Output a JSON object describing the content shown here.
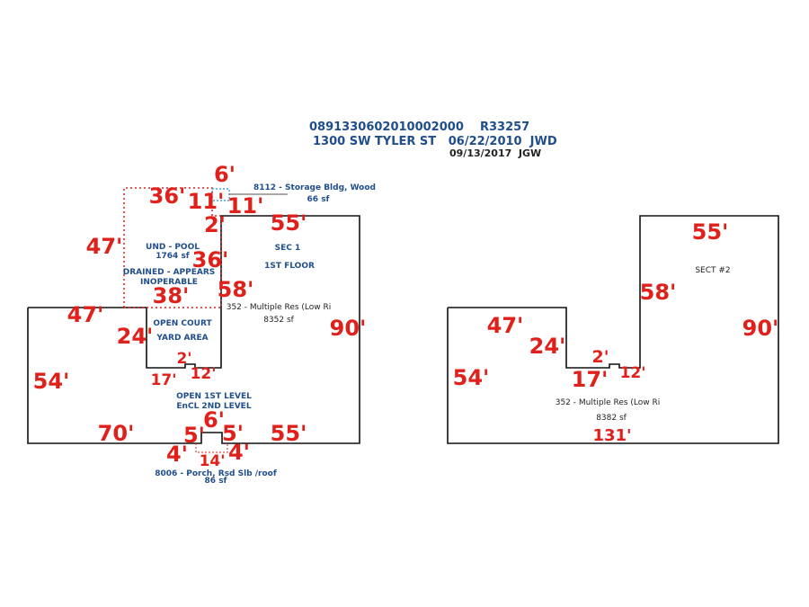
{
  "header": {
    "parcel_line": "089133060201000200​0    R33257",
    "address_line": "1300 SW TYLER ST   06/22/2010  JWD",
    "revision_line": "09/13/2017  JGW"
  },
  "section1": {
    "pool": {
      "label1": "UND - POOL",
      "label2": "1764 sf",
      "label3": "DRAINED - APPEARS",
      "label4": "INOPERABLE"
    },
    "storage": {
      "label1": "8112 - Storage Bldg, Wood",
      "label2": "66 sf"
    },
    "sec_label1": "SEC 1",
    "sec_label2": "1ST FLOOR",
    "res_label1": "352 - Multiple Res (Low Ri",
    "res_label2": "8352 sf",
    "court_label1": "OPEN COURT",
    "court_label2": "YARD AREA",
    "open_label1": "OPEN 1ST LEVEL",
    "open_label2": "EnCL 2ND LEVEL",
    "porch_label1": "8006 - Porch, Rsd Slb /roof",
    "porch_label2": "86 sf",
    "dims": {
      "d6a": "6'",
      "d36a": "36'",
      "d11a": "11'",
      "d11b": "11'",
      "d2a": "2'",
      "d55a": "55'",
      "d47a": "47'",
      "d36b": "36'",
      "d38": "38'",
      "d58": "58'",
      "d47b": "47'",
      "d24": "24'",
      "d90": "90'",
      "d54": "54'",
      "d2b": "2'",
      "d17": "17'",
      "d12": "12'",
      "d6b": "6'",
      "d70": "70'",
      "d5a": "5'",
      "d5b": "5'",
      "d55b": "55'",
      "d4a": "4'",
      "d4b": "4'",
      "d14": "14'"
    }
  },
  "section2": {
    "sec_label": "SECT #2",
    "res_label1": "352 - Multiple Res (Low Ri",
    "res_label2": "8382 sf",
    "dims": {
      "d55": "55'",
      "d58": "58'",
      "d90": "90'",
      "d47": "47'",
      "d24": "24'",
      "d2": "2'",
      "d17": "17'",
      "d12": "12'",
      "d54": "54'",
      "d131": "131'"
    }
  },
  "colors": {
    "dimension": "#e0201b",
    "label": "#1f4e8c",
    "outline": "#111111",
    "pool_outline": "#e0201b",
    "storage_outline": "#2a8ad4"
  }
}
